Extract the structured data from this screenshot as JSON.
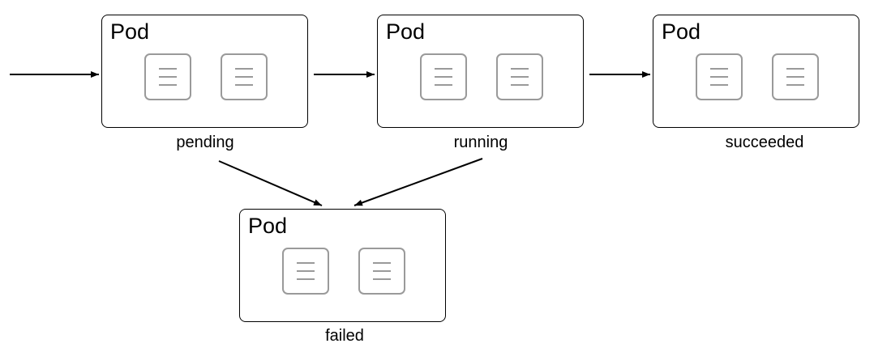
{
  "pods": [
    {
      "title": "Pod",
      "state": "pending",
      "containers": [
        {},
        {}
      ]
    },
    {
      "title": "Pod",
      "state": "running",
      "containers": [
        {},
        {}
      ]
    },
    {
      "title": "Pod",
      "state": "succeeded",
      "containers": [
        {},
        {}
      ]
    },
    {
      "title": "Pod",
      "state": "failed",
      "containers": [
        {},
        {}
      ]
    }
  ],
  "colors": {
    "line": "#000000",
    "container_border": "#9a9a9a"
  },
  "icons": {
    "container": "container-document-icon"
  }
}
